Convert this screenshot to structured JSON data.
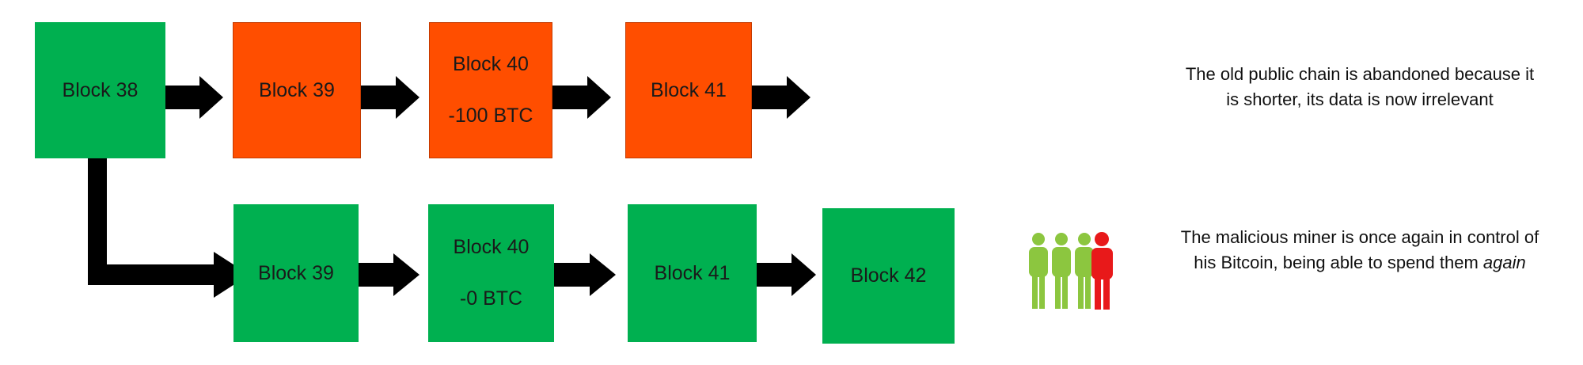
{
  "top_chain": {
    "block38": "Block 38",
    "block39": "Block 39",
    "block40": {
      "title": "Block 40",
      "amount": "-100 BTC"
    },
    "block41": "Block 41"
  },
  "bottom_chain": {
    "block39": "Block 39",
    "block40": {
      "title": "Block 40",
      "amount": "-0 BTC"
    },
    "block41": "Block 41",
    "block42": "Block 42"
  },
  "captions": {
    "old_chain": "The old public chain is abandoned because it is shorter, its data is now irrelevant",
    "malicious_prefix": "The malicious miner is once again in control of his Bitcoin, being able to spend them ",
    "malicious_emphasis": "again"
  },
  "colors": {
    "accepted_block": "#00b050",
    "abandoned_block": "#ff4e00",
    "honest_miners": "#8cc63f",
    "malicious_miner": "#e8191a",
    "arrow": "#000000"
  },
  "icons": [
    "miners-group-icon"
  ]
}
